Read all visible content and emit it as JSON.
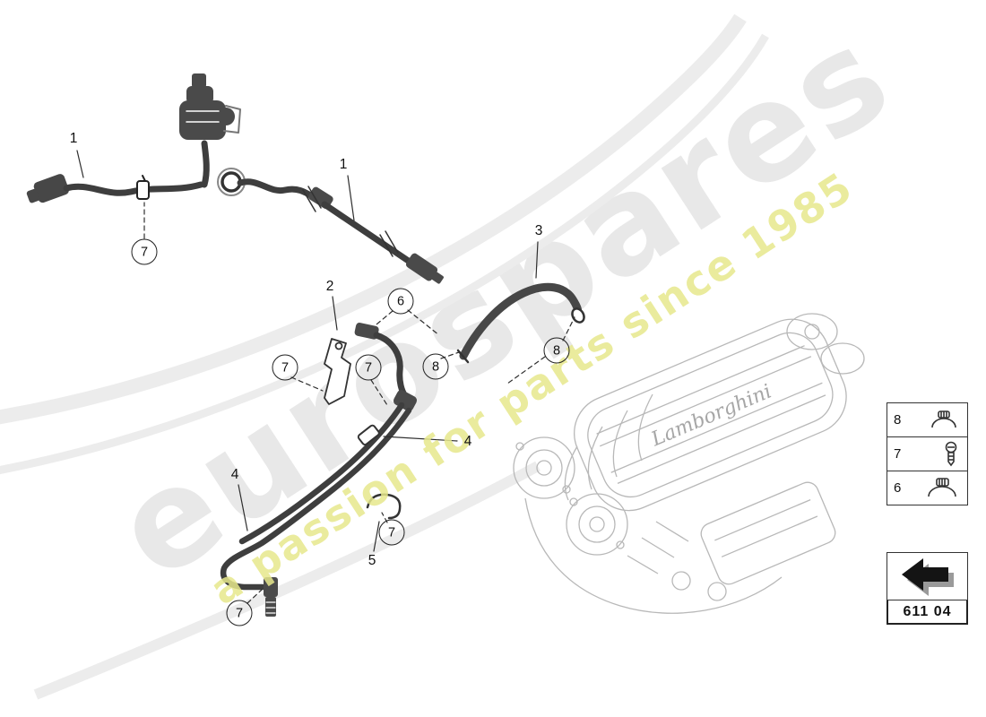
{
  "watermark": {
    "brand": "eurospares",
    "tagline": "a passion for parts since 1985",
    "brand_color": "#e8e8e8",
    "tagline_color": "#eaec94"
  },
  "engine": {
    "label": "Lamborghini"
  },
  "callouts": {
    "plain": [
      {
        "label": "1"
      },
      {
        "label": "1"
      },
      {
        "label": "2"
      },
      {
        "label": "3"
      },
      {
        "label": "4"
      },
      {
        "label": "4"
      },
      {
        "label": "5"
      }
    ],
    "circled": [
      {
        "label": "7"
      },
      {
        "label": "6"
      },
      {
        "label": "7"
      },
      {
        "label": "7"
      },
      {
        "label": "8"
      },
      {
        "label": "8"
      },
      {
        "label": "7"
      },
      {
        "label": "7"
      }
    ]
  },
  "legend": {
    "items": [
      {
        "number": "8",
        "icon": "hose-clamp-icon"
      },
      {
        "number": "7",
        "icon": "screw-icon"
      },
      {
        "number": "6",
        "icon": "hose-clamp-icon"
      }
    ]
  },
  "part_reference": {
    "code": "611 04",
    "icon": "direction-arrow-icon"
  }
}
